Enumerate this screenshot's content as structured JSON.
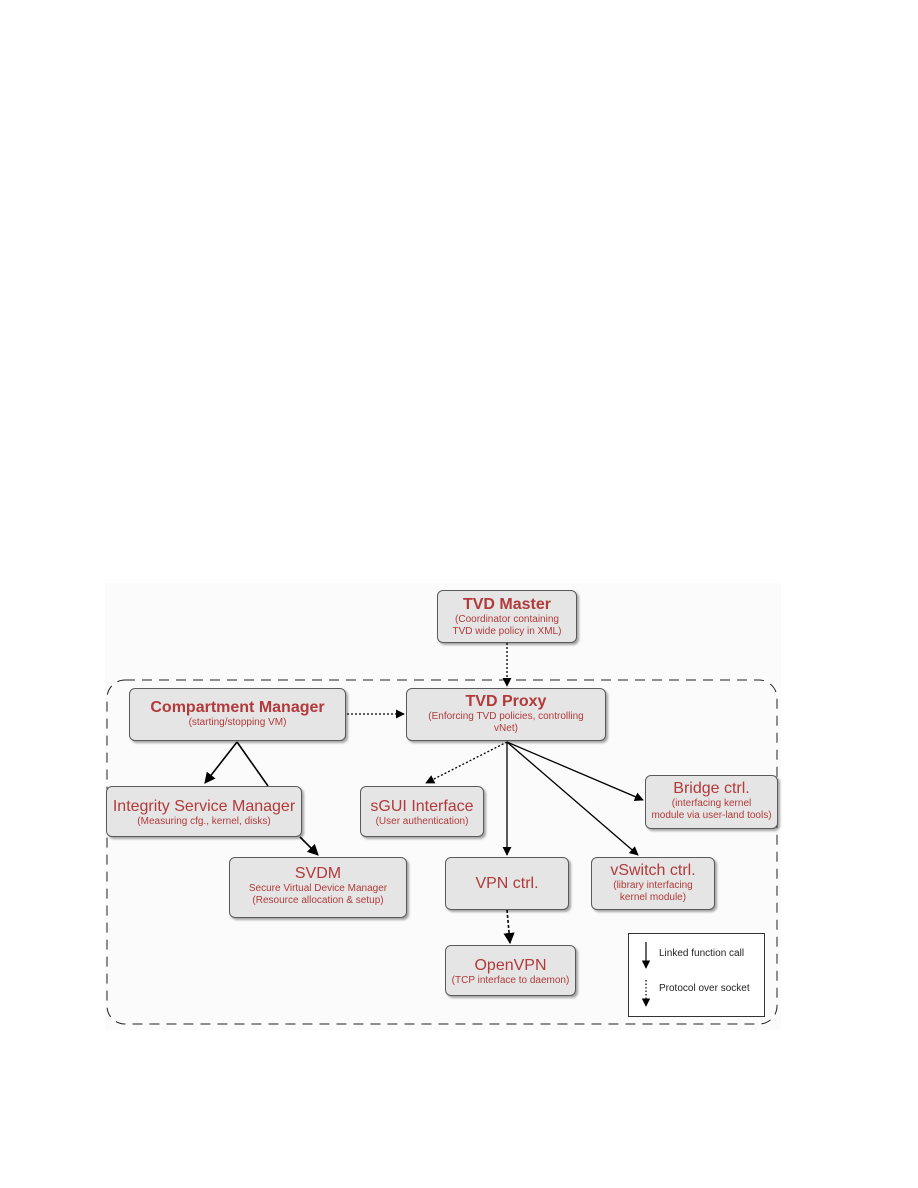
{
  "diagram": {
    "nodes": {
      "tvd_master": {
        "title": "TVD Master",
        "subtitle_lines": [
          "(Coordinator containing",
          "TVD wide policy in XML)"
        ]
      },
      "compartment_manager": {
        "title": "Compartment Manager",
        "subtitle_lines": [
          "(starting/stopping VM)"
        ]
      },
      "tvd_proxy": {
        "title": "TVD Proxy",
        "subtitle_lines": [
          "(Enforcing TVD policies, controlling",
          "vNet)"
        ]
      },
      "integrity_service_manager": {
        "title": "Integrity Service Manager",
        "subtitle_lines": [
          "(Measuring cfg., kernel, disks)"
        ]
      },
      "sgui_interface": {
        "title": "sGUI Interface",
        "subtitle_lines": [
          "(User authentication)"
        ]
      },
      "bridge_ctrl": {
        "title": "Bridge ctrl.",
        "subtitle_lines": [
          "(interfacing kernel",
          "module via user-land tools)"
        ]
      },
      "svdm": {
        "title": "SVDM",
        "subtitle_lines": [
          "Secure Virtual Device Manager",
          "(Resource allocation & setup)"
        ]
      },
      "vpn_ctrl": {
        "title": "VPN ctrl.",
        "subtitle_lines": []
      },
      "vswitch_ctrl": {
        "title": "vSwitch ctrl.",
        "subtitle_lines": [
          "(library interfacing",
          "kernel module)"
        ]
      },
      "openvpn": {
        "title": "OpenVPN",
        "subtitle_lines": [
          "(TCP interface to daemon)"
        ]
      }
    },
    "edges": [
      {
        "from": "tvd_master",
        "to": "tvd_proxy",
        "style": "dotted"
      },
      {
        "from": "compartment_manager",
        "to": "tvd_proxy",
        "style": "dotted"
      },
      {
        "from": "compartment_manager",
        "to": "integrity_service_manager",
        "style": "solid"
      },
      {
        "from": "compartment_manager",
        "to": "svdm",
        "style": "solid"
      },
      {
        "from": "tvd_proxy",
        "to": "sgui_interface",
        "style": "dotted"
      },
      {
        "from": "tvd_proxy",
        "to": "vpn_ctrl",
        "style": "solid"
      },
      {
        "from": "tvd_proxy",
        "to": "vswitch_ctrl",
        "style": "solid"
      },
      {
        "from": "tvd_proxy",
        "to": "bridge_ctrl",
        "style": "solid"
      },
      {
        "from": "vpn_ctrl",
        "to": "openvpn",
        "style": "dotted"
      }
    ],
    "legend": {
      "solid_label": "Linked function call",
      "dotted_label": "Protocol over socket"
    },
    "colors": {
      "node_text": "#b23a3a",
      "node_fill": "#e5e5e5",
      "line": "#000000"
    }
  }
}
